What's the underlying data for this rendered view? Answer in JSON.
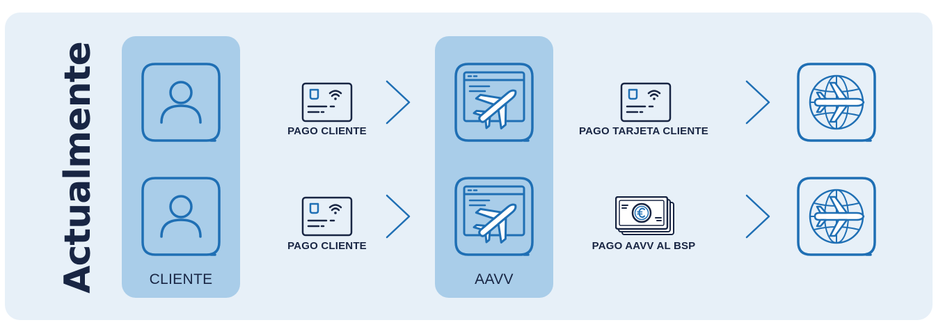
{
  "title": "Actualmente",
  "columns": {
    "cliente": "CLIENTE",
    "aavv": "AAVV"
  },
  "rows": [
    {
      "left_payment": "PAGO CLIENTE",
      "right_payment": "PAGO TARJETA CLIENTE",
      "right_icon": "card-reader-icon"
    },
    {
      "left_payment": "PAGO CLIENTE",
      "right_payment": "PAGO AAVV AL BSP",
      "right_icon": "euro-banknote-icon"
    }
  ],
  "colors": {
    "panel": "#e7f0f8",
    "column": "#a9cde9",
    "icon_blue": "#1f6fb4",
    "navy": "#182543"
  }
}
